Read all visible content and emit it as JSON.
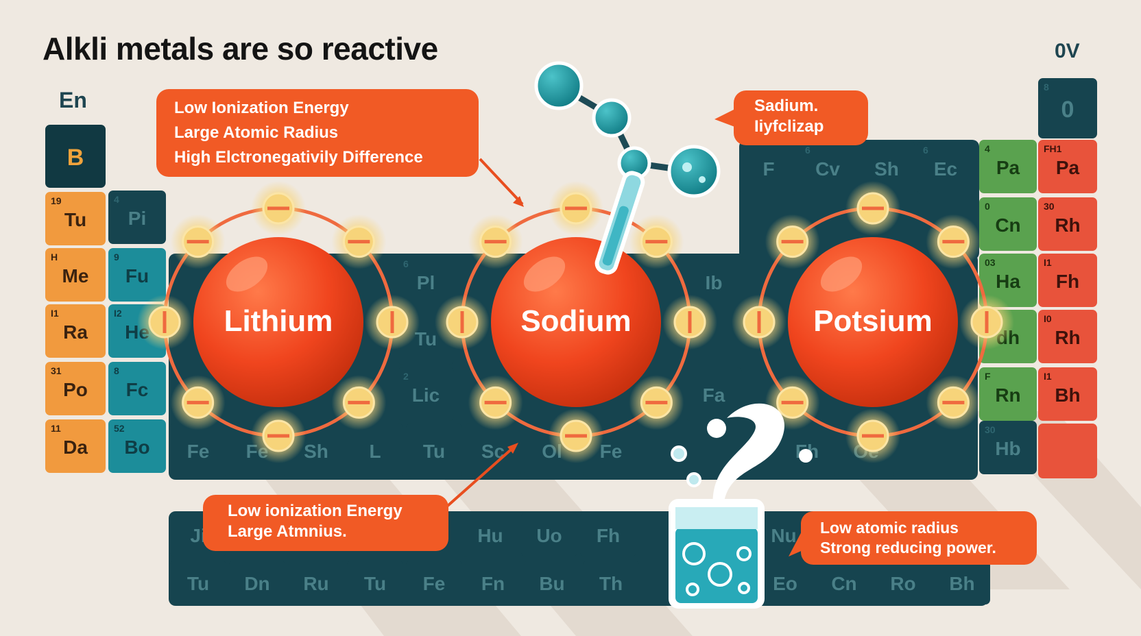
{
  "title": "Alkli metals are so reactive",
  "corner_left": "En",
  "corner_right": "0V",
  "colors": {
    "orange": "#f19a3e",
    "teal": "#1c8d9a",
    "dark": "#16444f",
    "green": "#5aa24f",
    "red": "#e8533b",
    "accent": "#f15a25",
    "electron": "#f7d47a"
  },
  "callouts": {
    "top_left": {
      "lines": [
        "Low Ionization Energy",
        "Large Atomic Radius",
        "High Elctronegativily Difference"
      ]
    },
    "top_right": {
      "lines": [
        "Sadium.",
        "Iiyfclizap"
      ]
    },
    "bottom_left": {
      "lines": [
        "Low ionization Energy",
        "Large Atmnius."
      ]
    },
    "bottom_right": {
      "lines": [
        "Low atomic radius",
        "Strong reducing power."
      ]
    }
  },
  "atoms": [
    {
      "label": "Lithium"
    },
    {
      "label": "Sodium"
    },
    {
      "label": "Potsium"
    }
  ],
  "cells": {
    "col1": [
      {
        "num": "",
        "sym": "B"
      },
      {
        "num": "19",
        "sym": "Tu"
      },
      {
        "num": "H",
        "sym": "Me"
      },
      {
        "num": "I1",
        "sym": "Ra"
      },
      {
        "num": "31",
        "sym": "Po"
      },
      {
        "num": "11",
        "sym": "Da"
      }
    ],
    "col2": [
      {
        "num": "4",
        "sym": "Pi"
      },
      {
        "num": "9",
        "sym": "Fu"
      },
      {
        "num": "I2",
        "sym": "He"
      },
      {
        "num": "8",
        "sym": "Fc"
      },
      {
        "num": "52",
        "sym": "Bo"
      }
    ],
    "top_right_dark": [
      {
        "num": "",
        "sym": "F"
      },
      {
        "num": "6",
        "sym": "Cv"
      },
      {
        "num": "",
        "sym": "Sh"
      },
      {
        "num": "6",
        "sym": "Ec"
      }
    ],
    "green_col": [
      {
        "num": "4",
        "sym": "Pa"
      },
      {
        "num": "0",
        "sym": "Cn"
      },
      {
        "num": "03",
        "sym": "Ha"
      },
      {
        "num": "",
        "sym": "dh"
      },
      {
        "num": "F",
        "sym": "Rn"
      },
      {
        "num": "30",
        "sym": "Hb"
      }
    ],
    "red_col": [
      {
        "num": "FH1",
        "sym": "Pa"
      },
      {
        "num": "30",
        "sym": "Rh"
      },
      {
        "num": "I1",
        "sym": "Fh"
      },
      {
        "num": "I0",
        "sym": "Rh"
      },
      {
        "num": "I1",
        "sym": "Bh"
      }
    ],
    "top_right_black": {
      "num": "8",
      "sym": "0"
    },
    "mid_row_a": [
      "Pl",
      "Ib"
    ],
    "mid_row_b": [
      "Tu",
      "Lic",
      "Fa"
    ],
    "row_fe": [
      "Fe",
      "Fe",
      "Sh",
      "L",
      "Tu",
      "Sc",
      "Ol",
      "Fe",
      "Fh",
      "Oe"
    ],
    "bottom_row1": [
      "Ji",
      "Hu",
      "Uo",
      "Fh",
      "Nu"
    ],
    "bottom_row2": [
      "Tu",
      "Dn",
      "Ru",
      "Tu",
      "Fe",
      "Fn",
      "Bu",
      "Th",
      "Eo",
      "Cn",
      "Ro",
      "Bh"
    ]
  }
}
